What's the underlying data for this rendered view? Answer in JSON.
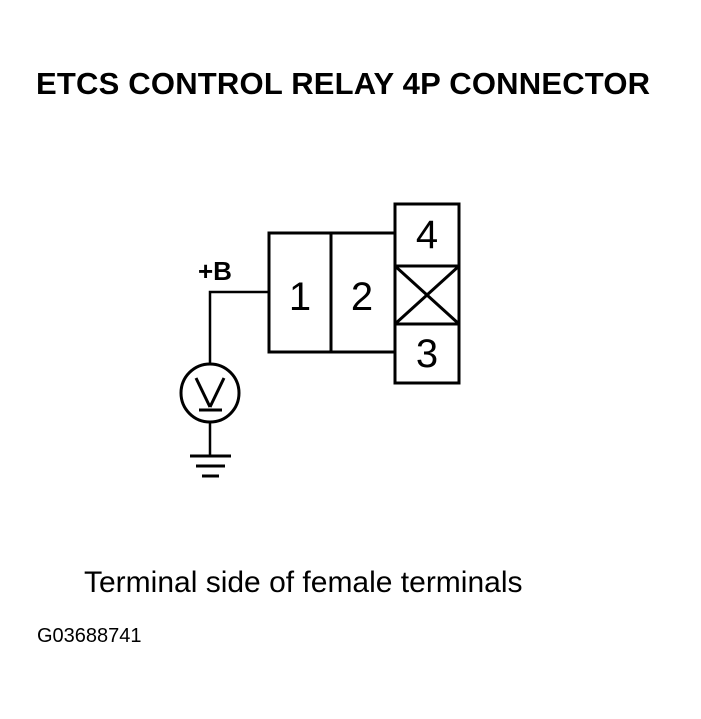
{
  "title": "ETCS CONTROL RELAY 4P CONNECTOR",
  "connector": {
    "terminals": [
      {
        "number": "1"
      },
      {
        "number": "2"
      },
      {
        "number": "3"
      },
      {
        "number": "4"
      }
    ],
    "probe_label": "+B"
  },
  "voltmeter": {
    "icon": "voltmeter-icon"
  },
  "ground": {
    "icon": "ground-icon"
  },
  "caption": "Terminal side of female terminals",
  "figure_code": "G03688741"
}
